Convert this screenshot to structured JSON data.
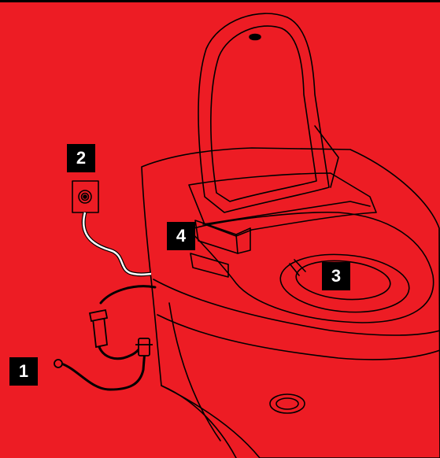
{
  "colors": {
    "background": "#ed1c24",
    "line": "#000000",
    "hose": "#ffffff",
    "badge_bg": "#000000",
    "badge_text": "#ffffff"
  },
  "callouts": [
    {
      "label": "1",
      "target": "water-supply-hose"
    },
    {
      "label": "2",
      "target": "power-outlet"
    },
    {
      "label": "3",
      "target": "toilet-bowl"
    },
    {
      "label": "4",
      "target": "control-panel"
    }
  ]
}
